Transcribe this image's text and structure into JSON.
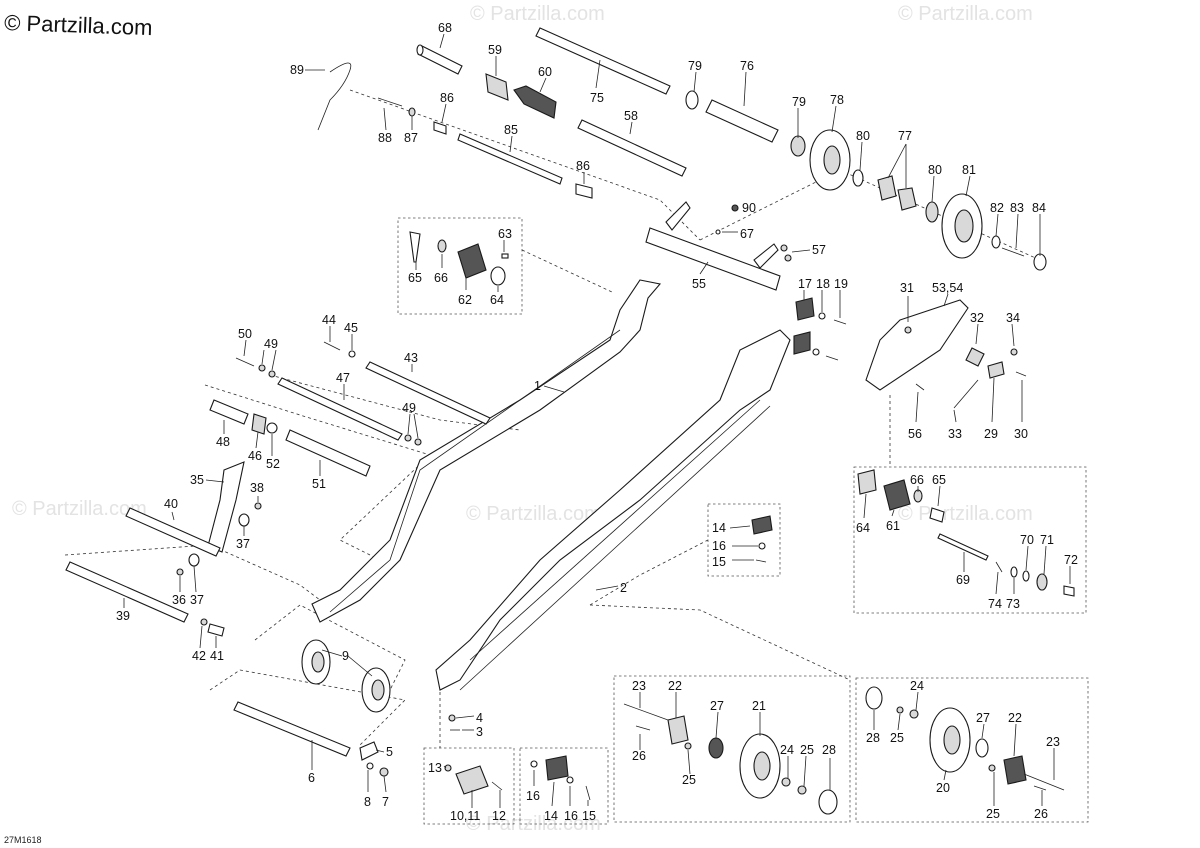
{
  "header": {
    "copyright": "© Partzilla.com",
    "watermark": "© Partzilla.com"
  },
  "footer": {
    "diagram_code": "27M1618"
  },
  "callouts": [
    {
      "id": "c-89",
      "label": "89"
    },
    {
      "id": "c-68",
      "label": "68"
    },
    {
      "id": "c-59",
      "label": "59"
    },
    {
      "id": "c-60",
      "label": "60"
    },
    {
      "id": "c-75",
      "label": "75"
    },
    {
      "id": "c-79a",
      "label": "79"
    },
    {
      "id": "c-76",
      "label": "76"
    },
    {
      "id": "c-79b",
      "label": "79"
    },
    {
      "id": "c-78",
      "label": "78"
    },
    {
      "id": "c-80a",
      "label": "80"
    },
    {
      "id": "c-77",
      "label": "77"
    },
    {
      "id": "c-80b",
      "label": "80"
    },
    {
      "id": "c-81",
      "label": "81"
    },
    {
      "id": "c-82",
      "label": "82"
    },
    {
      "id": "c-83",
      "label": "83"
    },
    {
      "id": "c-84",
      "label": "84"
    },
    {
      "id": "c-88",
      "label": "88"
    },
    {
      "id": "c-87",
      "label": "87"
    },
    {
      "id": "c-86a",
      "label": "86"
    },
    {
      "id": "c-85",
      "label": "85"
    },
    {
      "id": "c-58",
      "label": "58"
    },
    {
      "id": "c-86b",
      "label": "86"
    },
    {
      "id": "c-90",
      "label": "90"
    },
    {
      "id": "c-67",
      "label": "67"
    },
    {
      "id": "c-57",
      "label": "57"
    },
    {
      "id": "c-55",
      "label": "55"
    },
    {
      "id": "c-63",
      "label": "63"
    },
    {
      "id": "c-65a",
      "label": "65"
    },
    {
      "id": "c-66a",
      "label": "66"
    },
    {
      "id": "c-62",
      "label": "62"
    },
    {
      "id": "c-64a",
      "label": "64"
    },
    {
      "id": "c-17",
      "label": "17"
    },
    {
      "id": "c-18",
      "label": "18"
    },
    {
      "id": "c-19",
      "label": "19"
    },
    {
      "id": "c-31",
      "label": "31"
    },
    {
      "id": "c-5354",
      "label": "53,54"
    },
    {
      "id": "c-32",
      "label": "32"
    },
    {
      "id": "c-34",
      "label": "34"
    },
    {
      "id": "c-56",
      "label": "56"
    },
    {
      "id": "c-33",
      "label": "33"
    },
    {
      "id": "c-29",
      "label": "29"
    },
    {
      "id": "c-30",
      "label": "30"
    },
    {
      "id": "c-50",
      "label": "50"
    },
    {
      "id": "c-49a",
      "label": "49"
    },
    {
      "id": "c-44",
      "label": "44"
    },
    {
      "id": "c-45",
      "label": "45"
    },
    {
      "id": "c-43",
      "label": "43"
    },
    {
      "id": "c-47",
      "label": "47"
    },
    {
      "id": "c-1",
      "label": "1"
    },
    {
      "id": "c-49b",
      "label": "49"
    },
    {
      "id": "c-48",
      "label": "48"
    },
    {
      "id": "c-46",
      "label": "46"
    },
    {
      "id": "c-52",
      "label": "52"
    },
    {
      "id": "c-51",
      "label": "51"
    },
    {
      "id": "c-35",
      "label": "35"
    },
    {
      "id": "c-38",
      "label": "38"
    },
    {
      "id": "c-40",
      "label": "40"
    },
    {
      "id": "c-37a",
      "label": "37"
    },
    {
      "id": "c-36",
      "label": "36"
    },
    {
      "id": "c-37b",
      "label": "37"
    },
    {
      "id": "c-39",
      "label": "39"
    },
    {
      "id": "c-42",
      "label": "42"
    },
    {
      "id": "c-41",
      "label": "41"
    },
    {
      "id": "c-9",
      "label": "9"
    },
    {
      "id": "c-6",
      "label": "6"
    },
    {
      "id": "c-5",
      "label": "5"
    },
    {
      "id": "c-8",
      "label": "8"
    },
    {
      "id": "c-7",
      "label": "7"
    },
    {
      "id": "c-4",
      "label": "4"
    },
    {
      "id": "c-3",
      "label": "3"
    },
    {
      "id": "c-2",
      "label": "2"
    },
    {
      "id": "c-14a",
      "label": "14"
    },
    {
      "id": "c-16a",
      "label": "16"
    },
    {
      "id": "c-15a",
      "label": "15"
    },
    {
      "id": "c-13",
      "label": "13"
    },
    {
      "id": "c-101112",
      "label": "10,11"
    },
    {
      "id": "c-12",
      "label": "12"
    },
    {
      "id": "c-16b",
      "label": "16"
    },
    {
      "id": "c-14b",
      "label": "14"
    },
    {
      "id": "c-16c",
      "label": "16"
    },
    {
      "id": "c-15b",
      "label": "15"
    },
    {
      "id": "c-64b",
      "label": "64"
    },
    {
      "id": "c-61",
      "label": "61"
    },
    {
      "id": "c-66b",
      "label": "66"
    },
    {
      "id": "c-65b",
      "label": "65"
    },
    {
      "id": "c-70",
      "label": "70"
    },
    {
      "id": "c-71",
      "label": "71"
    },
    {
      "id": "c-72",
      "label": "72"
    },
    {
      "id": "c-69",
      "label": "69"
    },
    {
      "id": "c-74",
      "label": "74"
    },
    {
      "id": "c-73",
      "label": "73"
    },
    {
      "id": "c-23a",
      "label": "23"
    },
    {
      "id": "c-22a",
      "label": "22"
    },
    {
      "id": "c-27a",
      "label": "27"
    },
    {
      "id": "c-21",
      "label": "21"
    },
    {
      "id": "c-26a",
      "label": "26"
    },
    {
      "id": "c-25a",
      "label": "25"
    },
    {
      "id": "c-24a",
      "label": "24"
    },
    {
      "id": "c-25b",
      "label": "25"
    },
    {
      "id": "c-28a",
      "label": "28"
    },
    {
      "id": "c-24b",
      "label": "24"
    },
    {
      "id": "c-28b",
      "label": "28"
    },
    {
      "id": "c-25c",
      "label": "25"
    },
    {
      "id": "c-27b",
      "label": "27"
    },
    {
      "id": "c-22b",
      "label": "22"
    },
    {
      "id": "c-23b",
      "label": "23"
    },
    {
      "id": "c-20",
      "label": "20"
    },
    {
      "id": "c-25d",
      "label": "25"
    },
    {
      "id": "c-26b",
      "label": "26"
    }
  ]
}
